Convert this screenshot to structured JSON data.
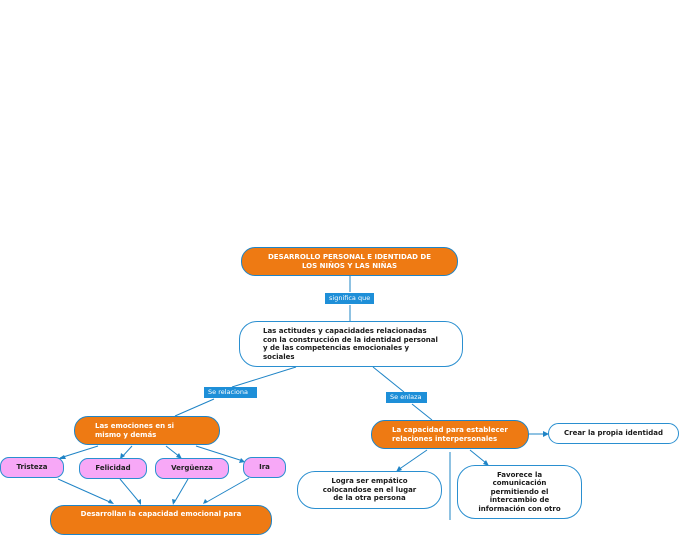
{
  "nodes": {
    "root": "DESARROLLO PERSONAL E IDENTIDAD DE\nLOS NIÑOS Y LAS NIÑAS",
    "actitudes": "Las actitudes y capacidades relacionadas\ncon la construcción de la identidad personal\ny de las competencias emocionales y\nsociales",
    "emociones": "Las emociones en si\nmismo y demás",
    "capacidad_relaciones": "La capacidad para establecer\nrelaciones interpersonales",
    "identidad": "Crear la propia identidad",
    "tristeza": "Tristeza",
    "felicidad": "Felicidad",
    "verguenza": "Vergüenza",
    "ira": "Ira",
    "empatico": "Logra ser empático\ncolocandose en el lugar\nde la otra persona",
    "comunicacion": "Favorece la\ncomunicación\npermitiendo el\nintercambio de\ninformación con otro",
    "capacidad_emocional": "Desarrollan la capacidad emocional para"
  },
  "link_labels": {
    "significa": "significa que",
    "relaciona": "Se relaciona",
    "enlaza": "Se enlaza"
  },
  "colors": {
    "topic_orange": "#ee7a13",
    "line_blue": "#1f84c6",
    "emotion_pink": "#f7a8f7",
    "label_blue": "#1e8fd8"
  }
}
